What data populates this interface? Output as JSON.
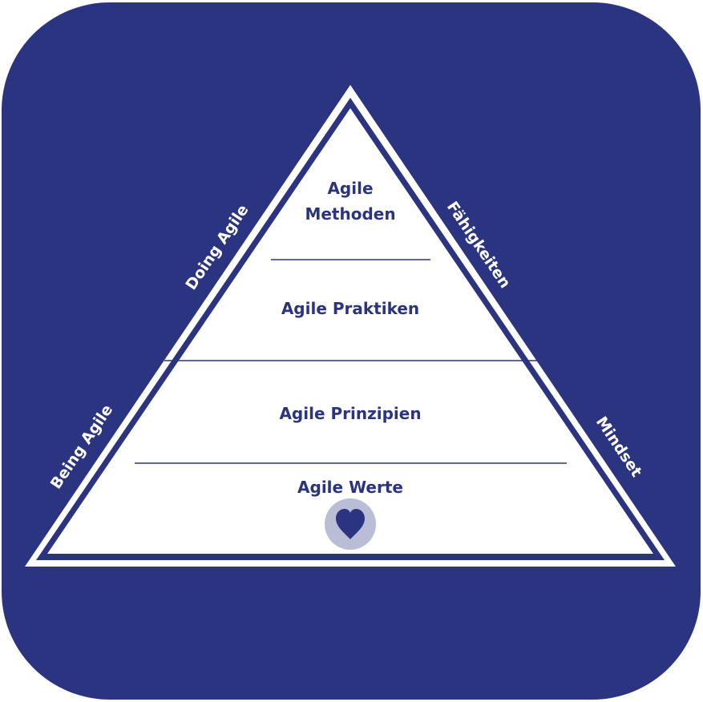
{
  "colors": {
    "background": "#2b3481",
    "triangle_fill": "#ffffff",
    "divider": "#2b3481",
    "heart_circle": "#b9bdd6",
    "heart": "#2b3481"
  },
  "levels": {
    "methoden_line1": "Agile",
    "methoden_line2": "Methoden",
    "praktiken": "Agile Praktiken",
    "prinzipien": "Agile Prinzipien",
    "werte": "Agile Werte"
  },
  "side_labels": {
    "doing": "Doing Agile",
    "being": "Being Agile",
    "faehigkeiten": "Fähigkeiten",
    "mindset": "Mindset"
  },
  "icons": {
    "values_icon": "heart-icon"
  }
}
